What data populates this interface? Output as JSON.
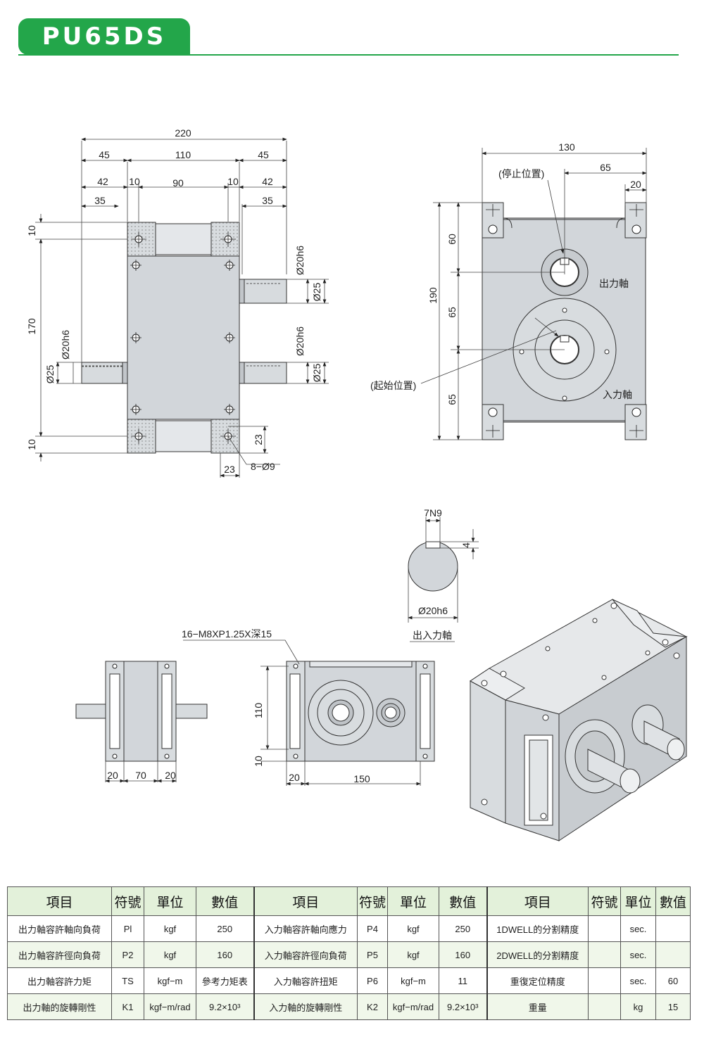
{
  "header": {
    "model": "PU65DS"
  },
  "front_view": {
    "dims": {
      "total_width": "220",
      "flange_left": "45",
      "center": "110",
      "flange_right": "45",
      "left_42": "42",
      "left_10": "10",
      "center_90": "90",
      "right_10": "10",
      "right_42": "42",
      "left_35": "35",
      "right_35": "35",
      "height_170": "170",
      "top_10": "10",
      "bottom_10": "10",
      "shaft_d_left": "Ø20h6",
      "shaft_len_left": "Ø25",
      "shaft_d_r1": "Ø20h6",
      "shaft_len_r1": "Ø25",
      "shaft_d_r2": "Ø20h6",
      "shaft_len_r2": "Ø25",
      "hole_23_v": "23",
      "hole_23_h": "23",
      "holes": "8−Ø9"
    }
  },
  "side_view": {
    "dims": {
      "width_130": "130",
      "dim_65": "65",
      "dim_20": "20",
      "height_190": "190",
      "dim_60": "60",
      "dim_65a": "65",
      "dim_65b": "65"
    },
    "labels": {
      "stop": "(停止位置)",
      "start": "(起始位置)",
      "output": "出力軸",
      "input": "入力軸"
    }
  },
  "shaft_detail": {
    "key": "7N9",
    "depth": "4",
    "dia": "Ø20h6",
    "caption": "出入力軸"
  },
  "bottom_views": {
    "tap_label": "16−M8XP1.25X深15",
    "dims": {
      "d20a": "20",
      "d70": "70",
      "d20b": "20",
      "d110": "110",
      "d10": "10",
      "d20c": "20",
      "d150": "150"
    }
  },
  "spec_table": {
    "headers": [
      "項目",
      "符號",
      "單位",
      "數值",
      "項目",
      "符號",
      "單位",
      "數值",
      "項目",
      "符號",
      "單位",
      "數值"
    ],
    "rows": [
      [
        "出力軸容許軸向負荷",
        "Pl",
        "kgf",
        "250",
        "入力軸容許軸向應力",
        "P4",
        "kgf",
        "250",
        "1DWELL的分割精度",
        "",
        "sec.",
        ""
      ],
      [
        "出力軸容許徑向負荷",
        "P2",
        "kgf",
        "160",
        "入力軸容許徑向負荷",
        "P5",
        "kgf",
        "160",
        "2DWELL的分割精度",
        "",
        "sec.",
        ""
      ],
      [
        "出力軸容許力矩",
        "TS",
        "kgf−m",
        "參考力矩表",
        "入力軸容許扭矩",
        "P6",
        "kgf−m",
        "11",
        "重復定位精度",
        "",
        "sec.",
        "60"
      ],
      [
        "出力軸的旋轉剛性",
        "K1",
        "kgf−m/rad",
        "9.2×10³",
        "入力軸的旋轉剛性",
        "K2",
        "kgf−m/rad",
        "9.2×10³",
        "重量",
        "",
        "kg",
        "15"
      ]
    ]
  }
}
